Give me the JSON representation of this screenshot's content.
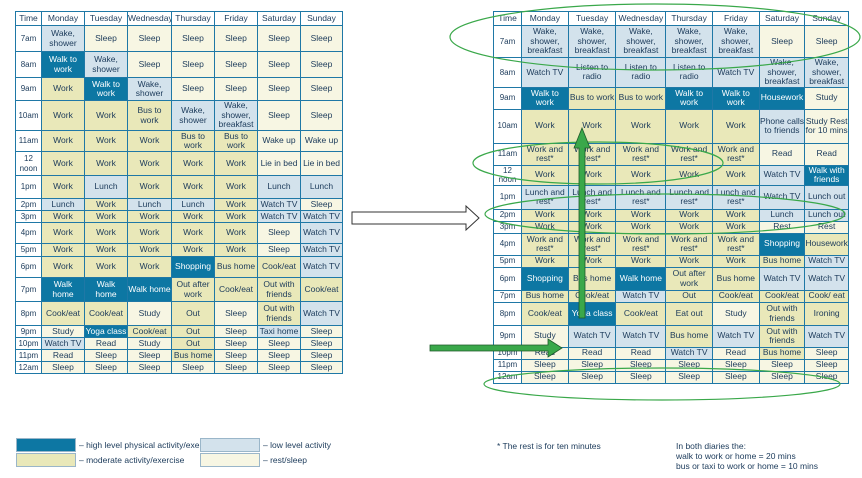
{
  "days": [
    "Time",
    "Monday",
    "Tuesday",
    "Wednesday",
    "Thursday",
    "Friday",
    "Saturday",
    "Sunday"
  ],
  "left_rows": [
    {
      "t": "7am",
      "h": 26,
      "c": [
        [
          "Wake, shower",
          "l"
        ],
        [
          "Sleep",
          "r"
        ],
        [
          "Sleep",
          "r"
        ],
        [
          "Sleep",
          "r"
        ],
        [
          "Sleep",
          "r"
        ],
        [
          "Sleep",
          "r"
        ],
        [
          "Sleep",
          "r"
        ]
      ]
    },
    {
      "t": "8am",
      "h": 26,
      "c": [
        [
          "Walk to work",
          "h"
        ],
        [
          "Wake, shower",
          "l"
        ],
        [
          "Sleep",
          "r"
        ],
        [
          "Sleep",
          "r"
        ],
        [
          "Sleep",
          "r"
        ],
        [
          "Sleep",
          "r"
        ],
        [
          "Sleep",
          "r"
        ]
      ]
    },
    {
      "t": "9am",
      "h": 23,
      "c": [
        [
          "Work",
          "m"
        ],
        [
          "Walk to work",
          "h"
        ],
        [
          "Wake, shower",
          "l"
        ],
        [
          "Sleep",
          "r"
        ],
        [
          "Sleep",
          "r"
        ],
        [
          "Sleep",
          "r"
        ],
        [
          "Sleep",
          "r"
        ]
      ]
    },
    {
      "t": "10am",
      "h": 30,
      "c": [
        [
          "Work",
          "m"
        ],
        [
          "Work",
          "m"
        ],
        [
          "Bus to work",
          "m"
        ],
        [
          "Wake, shower",
          "l"
        ],
        [
          "Wake, shower, breakfast",
          "l"
        ],
        [
          "Sleep",
          "r"
        ],
        [
          "Sleep",
          "r"
        ]
      ]
    },
    {
      "t": "11am",
      "h": 21,
      "c": [
        [
          "Work",
          "m"
        ],
        [
          "Work",
          "m"
        ],
        [
          "Work",
          "m"
        ],
        [
          "Bus to work",
          "m"
        ],
        [
          "Bus to work",
          "m"
        ],
        [
          "Wake up",
          "r"
        ],
        [
          "Wake up",
          "r"
        ]
      ]
    },
    {
      "t": "12 noon",
      "h": 24,
      "c": [
        [
          "Work",
          "m"
        ],
        [
          "Work",
          "m"
        ],
        [
          "Work",
          "m"
        ],
        [
          "Work",
          "m"
        ],
        [
          "Work",
          "m"
        ],
        [
          "Lie in bed",
          "r"
        ],
        [
          "Lie in bed",
          "r"
        ]
      ]
    },
    {
      "t": "1pm",
      "h": 23,
      "c": [
        [
          "Work",
          "m"
        ],
        [
          "Lunch",
          "l"
        ],
        [
          "Work",
          "m"
        ],
        [
          "Work",
          "m"
        ],
        [
          "Work",
          "m"
        ],
        [
          "Lunch",
          "l"
        ],
        [
          "Lunch",
          "l"
        ]
      ]
    },
    {
      "t": "2pm",
      "h": 12,
      "c": [
        [
          "Lunch",
          "l"
        ],
        [
          "Work",
          "m"
        ],
        [
          "Lunch",
          "l"
        ],
        [
          "Lunch",
          "l"
        ],
        [
          "Work",
          "m"
        ],
        [
          "Watch TV",
          "l"
        ],
        [
          "Sleep",
          "r"
        ]
      ]
    },
    {
      "t": "3pm",
      "h": 12,
      "c": [
        [
          "Work",
          "m"
        ],
        [
          "Work",
          "m"
        ],
        [
          "Work",
          "m"
        ],
        [
          "Work",
          "m"
        ],
        [
          "Work",
          "m"
        ],
        [
          "Watch TV",
          "l"
        ],
        [
          "Watch TV",
          "l"
        ]
      ]
    },
    {
      "t": "4pm",
      "h": 21,
      "c": [
        [
          "Work",
          "m"
        ],
        [
          "Work",
          "m"
        ],
        [
          "Work",
          "m"
        ],
        [
          "Work",
          "m"
        ],
        [
          "Work",
          "m"
        ],
        [
          "Sleep",
          "r"
        ],
        [
          "Watch TV",
          "l"
        ]
      ]
    },
    {
      "t": "5pm",
      "h": 13,
      "c": [
        [
          "Work",
          "m"
        ],
        [
          "Work",
          "m"
        ],
        [
          "Work",
          "m"
        ],
        [
          "Work",
          "m"
        ],
        [
          "Work",
          "m"
        ],
        [
          "Sleep",
          "r"
        ],
        [
          "Watch TV",
          "l"
        ]
      ]
    },
    {
      "t": "6pm",
      "h": 21,
      "c": [
        [
          "Work",
          "m"
        ],
        [
          "Work",
          "m"
        ],
        [
          "Work",
          "m"
        ],
        [
          "Shopping",
          "h"
        ],
        [
          "Bus home",
          "m"
        ],
        [
          "Cook/eat",
          "m"
        ],
        [
          "Watch TV",
          "l"
        ]
      ]
    },
    {
      "t": "7pm",
      "h": 24,
      "c": [
        [
          "Walk home",
          "h"
        ],
        [
          "Walk home",
          "h"
        ],
        [
          "Walk home",
          "h"
        ],
        [
          "Out after work",
          "m"
        ],
        [
          "Cook/eat",
          "m"
        ],
        [
          "Out with friends",
          "m"
        ],
        [
          "Cook/eat",
          "m"
        ]
      ]
    },
    {
      "t": "8pm",
      "h": 24,
      "c": [
        [
          "Cook/eat",
          "m"
        ],
        [
          "Cook/eat",
          "m"
        ],
        [
          "Study",
          "r"
        ],
        [
          "Out",
          "m"
        ],
        [
          "Sleep",
          "r"
        ],
        [
          "Out with friends",
          "m"
        ],
        [
          "Watch TV",
          "l"
        ]
      ]
    },
    {
      "t": "9pm",
      "h": 12,
      "c": [
        [
          "Study",
          "r"
        ],
        [
          "Yoga class",
          "h"
        ],
        [
          "Cook/eat",
          "m"
        ],
        [
          "Out",
          "m"
        ],
        [
          "Sleep",
          "r"
        ],
        [
          "Taxi home",
          "l"
        ],
        [
          "Sleep",
          "r"
        ]
      ]
    },
    {
      "t": "10pm",
      "h": 12,
      "c": [
        [
          "Watch TV",
          "l"
        ],
        [
          "Read",
          "r"
        ],
        [
          "Study",
          "r"
        ],
        [
          "Out",
          "m"
        ],
        [
          "Sleep",
          "r"
        ],
        [
          "Sleep",
          "r"
        ],
        [
          "Sleep",
          "r"
        ]
      ]
    },
    {
      "t": "11pm",
      "h": 12,
      "c": [
        [
          "Read",
          "r"
        ],
        [
          "Sleep",
          "r"
        ],
        [
          "Sleep",
          "r"
        ],
        [
          "Bus home",
          "m"
        ],
        [
          "Sleep",
          "r"
        ],
        [
          "Sleep",
          "r"
        ],
        [
          "Sleep",
          "r"
        ]
      ]
    },
    {
      "t": "12am",
      "h": 12,
      "c": [
        [
          "Sleep",
          "r"
        ],
        [
          "Sleep",
          "r"
        ],
        [
          "Sleep",
          "r"
        ],
        [
          "Sleep",
          "r"
        ],
        [
          "Sleep",
          "r"
        ],
        [
          "Sleep",
          "r"
        ],
        [
          "Sleep",
          "r"
        ]
      ]
    }
  ],
  "right_rows": [
    {
      "t": "7am",
      "h": 32,
      "c": [
        [
          "Wake, shower, breakfast",
          "l"
        ],
        [
          "Wake, shower, breakfast",
          "l"
        ],
        [
          "Wake, shower, breakfast",
          "l"
        ],
        [
          "Wake, shower, breakfast",
          "l"
        ],
        [
          "Wake, shower, breakfast",
          "l"
        ],
        [
          "Sleep",
          "r"
        ],
        [
          "Sleep",
          "r"
        ]
      ]
    },
    {
      "t": "8am",
      "h": 29,
      "c": [
        [
          "Watch TV",
          "l"
        ],
        [
          "Listen to radio",
          "l"
        ],
        [
          "Listen to radio",
          "l"
        ],
        [
          "Listen to radio",
          "l"
        ],
        [
          "Watch TV",
          "l"
        ],
        [
          "Wake, shower, breakfast",
          "l"
        ],
        [
          "Wake, shower, breakfast",
          "l"
        ]
      ]
    },
    {
      "t": "9am",
      "h": 22,
      "c": [
        [
          "Walk to work",
          "h"
        ],
        [
          "Bus to work",
          "m"
        ],
        [
          "Bus to work",
          "m"
        ],
        [
          "Walk to work",
          "h"
        ],
        [
          "Walk to work",
          "h"
        ],
        [
          "Housework",
          "h"
        ],
        [
          "Study",
          "r"
        ]
      ]
    },
    {
      "t": "10am",
      "h": 34,
      "c": [
        [
          "Work",
          "m"
        ],
        [
          "Work",
          "m"
        ],
        [
          "Work",
          "m"
        ],
        [
          "Work",
          "m"
        ],
        [
          "Work",
          "m"
        ],
        [
          "Phone calls to friends",
          "l"
        ],
        [
          "Study Rest for 10 mins",
          "r"
        ]
      ]
    },
    {
      "t": "11am",
      "h": 22,
      "c": [
        [
          "Work and rest*",
          "m"
        ],
        [
          "Work and rest*",
          "m"
        ],
        [
          "Work and rest*",
          "m"
        ],
        [
          "Work and rest*",
          "m"
        ],
        [
          "Work and rest*",
          "m"
        ],
        [
          "Read",
          "r"
        ],
        [
          "Read",
          "r"
        ]
      ]
    },
    {
      "t": "12 noon",
      "h": 20,
      "c": [
        [
          "Work",
          "m"
        ],
        [
          "Work",
          "m"
        ],
        [
          "Work",
          "m"
        ],
        [
          "Work",
          "m"
        ],
        [
          "Work",
          "m"
        ],
        [
          "Watch TV",
          "l"
        ],
        [
          "Walk with friends",
          "h"
        ]
      ]
    },
    {
      "t": "1pm",
      "h": 24,
      "c": [
        [
          "Lunch and rest*",
          "l"
        ],
        [
          "Lunch and rest*",
          "l"
        ],
        [
          "Lunch and rest*",
          "l"
        ],
        [
          "Lunch and rest*",
          "l"
        ],
        [
          "Lunch and rest*",
          "l"
        ],
        [
          "Watch TV",
          "l"
        ],
        [
          "Lunch out",
          "l"
        ]
      ]
    },
    {
      "t": "2pm",
      "h": 12,
      "c": [
        [
          "Work",
          "m"
        ],
        [
          "Work",
          "m"
        ],
        [
          "Work",
          "m"
        ],
        [
          "Work",
          "m"
        ],
        [
          "Work",
          "m"
        ],
        [
          "Lunch",
          "l"
        ],
        [
          "Lunch out",
          "l"
        ]
      ]
    },
    {
      "t": "3pm",
      "h": 12,
      "c": [
        [
          "Work",
          "m"
        ],
        [
          "Work",
          "m"
        ],
        [
          "Work",
          "m"
        ],
        [
          "Work",
          "m"
        ],
        [
          "Work",
          "m"
        ],
        [
          "Rest",
          "r"
        ],
        [
          "Rest",
          "r"
        ]
      ]
    },
    {
      "t": "4pm",
      "h": 22,
      "c": [
        [
          "Work and rest*",
          "m"
        ],
        [
          "Work and rest*",
          "m"
        ],
        [
          "Work and rest*",
          "m"
        ],
        [
          "Work and rest*",
          "m"
        ],
        [
          "Work and rest*",
          "m"
        ],
        [
          "Shopping",
          "h"
        ],
        [
          "Housework",
          "m"
        ]
      ]
    },
    {
      "t": "5pm",
      "h": 12,
      "c": [
        [
          "Work",
          "m"
        ],
        [
          "Work",
          "m"
        ],
        [
          "Work",
          "m"
        ],
        [
          "Work",
          "m"
        ],
        [
          "Work",
          "m"
        ],
        [
          "Bus home",
          "m"
        ],
        [
          "Watch TV",
          "l"
        ]
      ]
    },
    {
      "t": "6pm",
      "h": 23,
      "c": [
        [
          "Shopping",
          "h"
        ],
        [
          "Bus home",
          "m"
        ],
        [
          "Walk home",
          "h"
        ],
        [
          "Out after work",
          "m"
        ],
        [
          "Bus home",
          "m"
        ],
        [
          "Watch TV",
          "l"
        ],
        [
          "Watch TV",
          "l"
        ]
      ]
    },
    {
      "t": "7pm",
      "h": 12,
      "c": [
        [
          "Bus home",
          "m"
        ],
        [
          "Cook/eat",
          "m"
        ],
        [
          "Watch TV",
          "l"
        ],
        [
          "Out",
          "m"
        ],
        [
          "Cook/eat",
          "m"
        ],
        [
          "Cook/eat",
          "m"
        ],
        [
          "Cook/ eat",
          "m"
        ]
      ]
    },
    {
      "t": "8pm",
      "h": 23,
      "c": [
        [
          "Cook/eat",
          "m"
        ],
        [
          "Yoga class",
          "h"
        ],
        [
          "Cook/eat",
          "m"
        ],
        [
          "Eat out",
          "m"
        ],
        [
          "Study",
          "r"
        ],
        [
          "Out with friends",
          "m"
        ],
        [
          "Ironing",
          "m"
        ]
      ]
    },
    {
      "t": "9pm",
      "h": 22,
      "c": [
        [
          "Study",
          "r"
        ],
        [
          "Watch TV",
          "l"
        ],
        [
          "Watch TV",
          "l"
        ],
        [
          "Bus home",
          "m"
        ],
        [
          "Watch TV",
          "l"
        ],
        [
          "Out with friends",
          "m"
        ],
        [
          "Watch TV",
          "l"
        ]
      ]
    },
    {
      "t": "10pm",
      "h": 12,
      "c": [
        [
          "Read",
          "r"
        ],
        [
          "Read",
          "r"
        ],
        [
          "Read",
          "r"
        ],
        [
          "Watch TV",
          "l"
        ],
        [
          "Read",
          "r"
        ],
        [
          "Bus home",
          "m"
        ],
        [
          "Sleep",
          "r"
        ]
      ]
    },
    {
      "t": "11pm",
      "h": 12,
      "c": [
        [
          "Sleep",
          "r"
        ],
        [
          "Sleep",
          "r"
        ],
        [
          "Sleep",
          "r"
        ],
        [
          "Sleep",
          "r"
        ],
        [
          "Sleep",
          "r"
        ],
        [
          "Sleep",
          "r"
        ],
        [
          "Sleep",
          "r"
        ]
      ]
    },
    {
      "t": "12am",
      "h": 12,
      "c": [
        [
          "Sleep",
          "r"
        ],
        [
          "Sleep",
          "r"
        ],
        [
          "Sleep",
          "r"
        ],
        [
          "Sleep",
          "r"
        ],
        [
          "Sleep",
          "r"
        ],
        [
          "Sleep",
          "r"
        ],
        [
          "Sleep",
          "r"
        ]
      ]
    }
  ],
  "legend": {
    "high": "– high level physical activity/exercise",
    "moderate": "– moderate activity/exercise",
    "low": "– low level activity",
    "rest": "– rest/sleep"
  },
  "footnote": "* The rest is for ten minutes",
  "note": {
    "line1": "In both diaries the:",
    "line2": "walk to work or home  =  20 mins",
    "line3": "bus or taxi to work or home  =  10 mins"
  },
  "colors": {
    "high": "#0d77a3",
    "moderate": "#e9e8b9",
    "low": "#d3e2ec",
    "rest": "#f7f6e3",
    "highlight": "#3aa84a",
    "border": "#1f78a6"
  }
}
